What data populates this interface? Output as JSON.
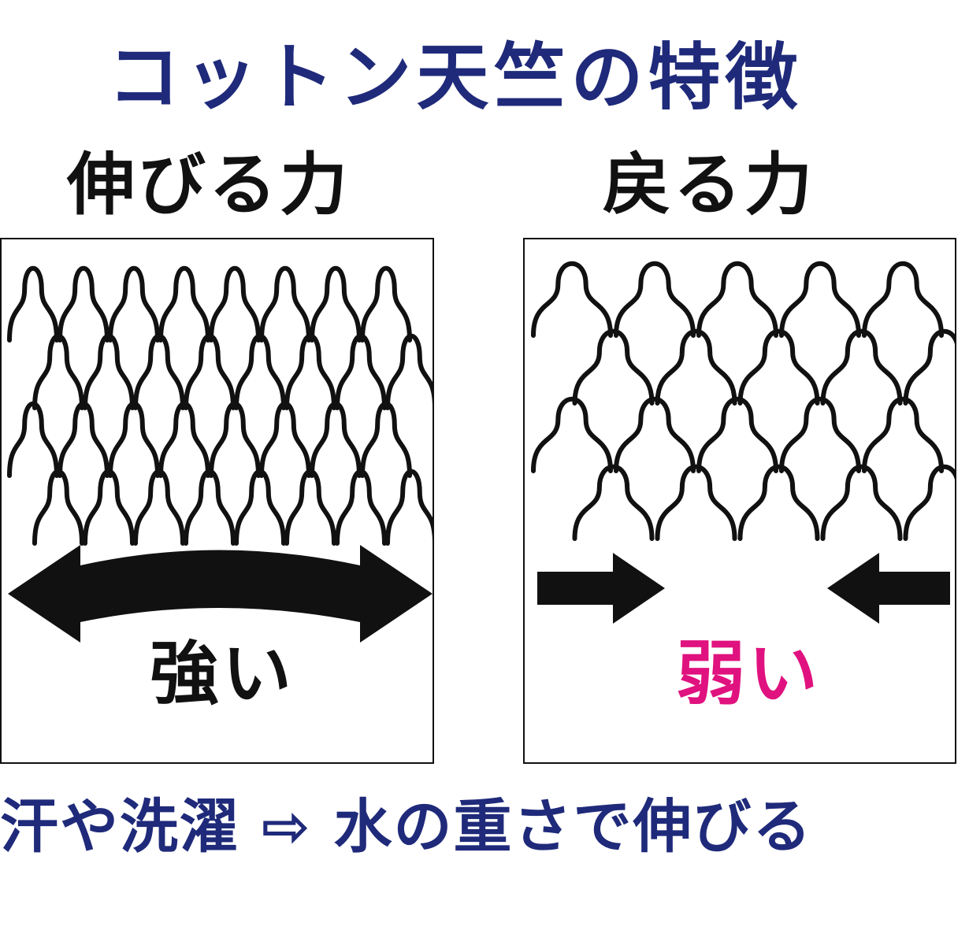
{
  "title": "コットン天竺の特徴",
  "left_panel": {
    "heading": "伸びる力",
    "verdict": "強い"
  },
  "right_panel": {
    "heading": "戻る力",
    "verdict": "弱い"
  },
  "footer": "汗や洗濯 ⇨ 水の重さで伸びる",
  "colors": {
    "title": "#1f2a7a",
    "footer": "#1f2a7a",
    "weak": "#e0127f",
    "strong": "#111111"
  },
  "icons": [
    "double-headed-arrow-icon",
    "arrow-right-icon",
    "arrow-left-icon",
    "knit-loop-pattern"
  ]
}
